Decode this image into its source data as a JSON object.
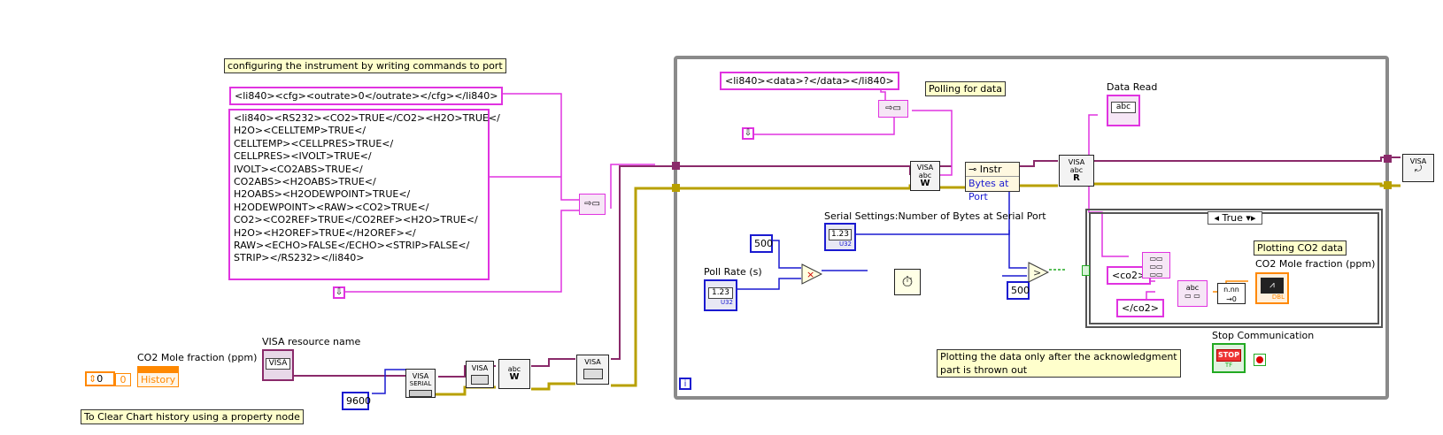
{
  "comments": {
    "configure": "configuring the instrument by writing commands to port",
    "polling": "Polling for data",
    "plotting_co2": "Plotting CO2 data",
    "ack_line1": "Plotting the data only after the acknowledgment",
    "ack_line2": "part is thrown out",
    "clear_chart": "To Clear Chart history using a property node"
  },
  "constants": {
    "outrate_cmd": "<li840><cfg><outrate>0</outrate></cfg></li840>",
    "rs232_cmd": "<li840><RS232><CO2>TRUE</CO2><H2O>TRUE</\nH2O><CELLTEMP>TRUE</\nCELLTEMP><CELLPRES>TRUE</\nCELLPRES><IVOLT>TRUE</\nIVOLT><CO2ABS>TRUE</\nCO2ABS><H2OABS>TRUE</\nH2OABS><H2ODEWPOINT>TRUE</\nH2ODEWPOINT><RAW><CO2>TRUE</\nCO2><CO2REF>TRUE</CO2REF><H2O>TRUE</\nH2O><H2OREF>TRUE</H2OREF></\nRAW><ECHO>FALSE</ECHO><STRIP>FALSE</\nSTRIP></RS232></li840>",
    "data_query": "<li840><data>?</data></li840>",
    "baud": "9600",
    "wait_500_a": "500",
    "wait_500_b": "500",
    "co2_open": "<co2>",
    "co2_close": "</co2>",
    "zero_a": "0",
    "zero_b": "0"
  },
  "labels": {
    "visa_resource": "VISA resource name",
    "co2_mole_fraction_left": "CO2 Mole fraction (ppm)",
    "history": "History",
    "data_read": "Data Read",
    "serial_settings": "Serial Settings:Number of Bytes at Serial Port",
    "poll_rate": "Poll Rate (s)",
    "co2_mole_fraction_right": "CO2 Mole fraction (ppm)",
    "stop_comm": "Stop Communication",
    "instr": "Instr",
    "bytes_at_port": "Bytes at Port",
    "case_selector": "True",
    "loop_iter": "i"
  },
  "nodes": {
    "visa_tag": "VISA",
    "serial_tag": "SERIAL",
    "abc_tag": "abc",
    "dbl_tag": "DBL",
    "stop_tag": "STOP",
    "tf_tag": "TF",
    "num_tag": "1.23",
    "u32_tag": "U32"
  },
  "colors": {
    "string_wire": "#e033e0",
    "visa_wire": "#8a2a6a",
    "error_wire": "#c8b400",
    "number_wire": "#1a1ad0",
    "bool_wire": "#22aa22",
    "loop_border": "#8a8a8a"
  }
}
